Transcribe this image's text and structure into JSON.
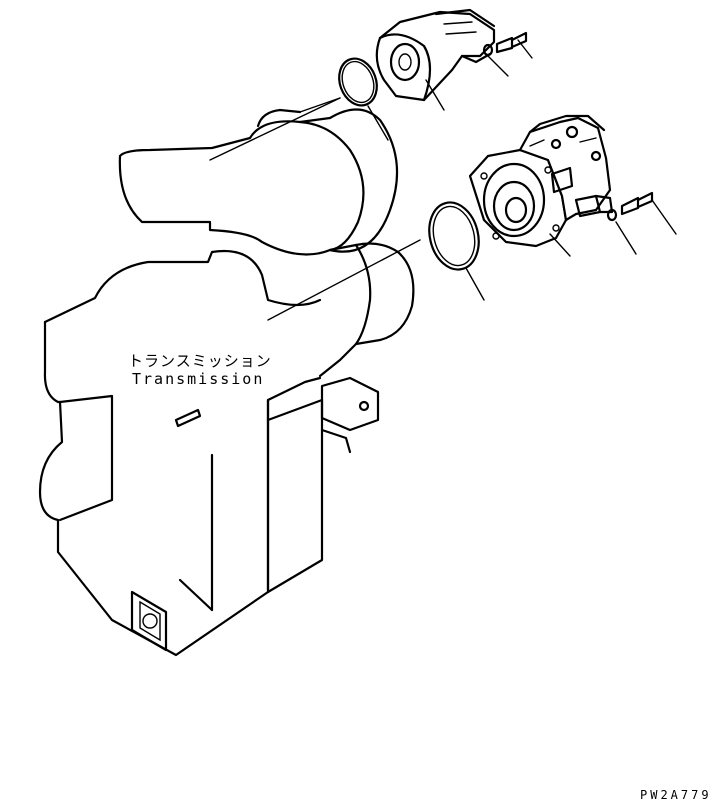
{
  "labels": {
    "transmission_jp": "トランスミッション",
    "transmission_en": "Transmission",
    "drawing_code": "PW2A779"
  },
  "colors": {
    "line": "#000000",
    "background": "#ffffff"
  }
}
